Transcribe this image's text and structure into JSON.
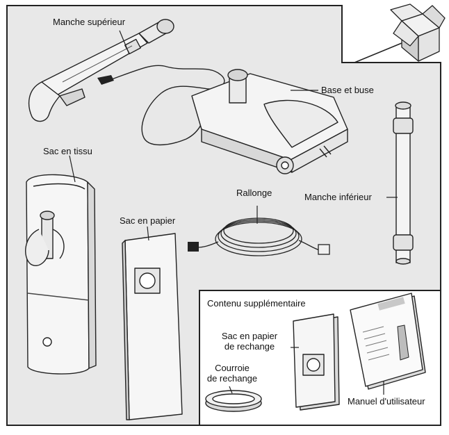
{
  "labels": {
    "upper_handle": "Manche supérieur",
    "base_nozzle": "Base et buse",
    "cloth_bag": "Sac en tissu",
    "paper_bag": "Sac en papier",
    "extension_cord": "Rallonge",
    "lower_handle": "Manche inférieur",
    "extra_contents": "Contenu supplémentaire",
    "replacement_paper_bag_line1": "Sac en papier",
    "replacement_paper_bag_line2": "de rechange",
    "replacement_belt_line1": "Courroie",
    "replacement_belt_line2": "de rechange",
    "user_manual": "Manuel d'utilisateur"
  },
  "colors": {
    "panel_bg": "#e8e8e8",
    "extra_bg": "#ffffff",
    "line": "#222222",
    "part_fill": "#f4f4f4",
    "part_shade": "#d6d6d6"
  },
  "icons": {
    "box": "shipping-box-icon"
  }
}
